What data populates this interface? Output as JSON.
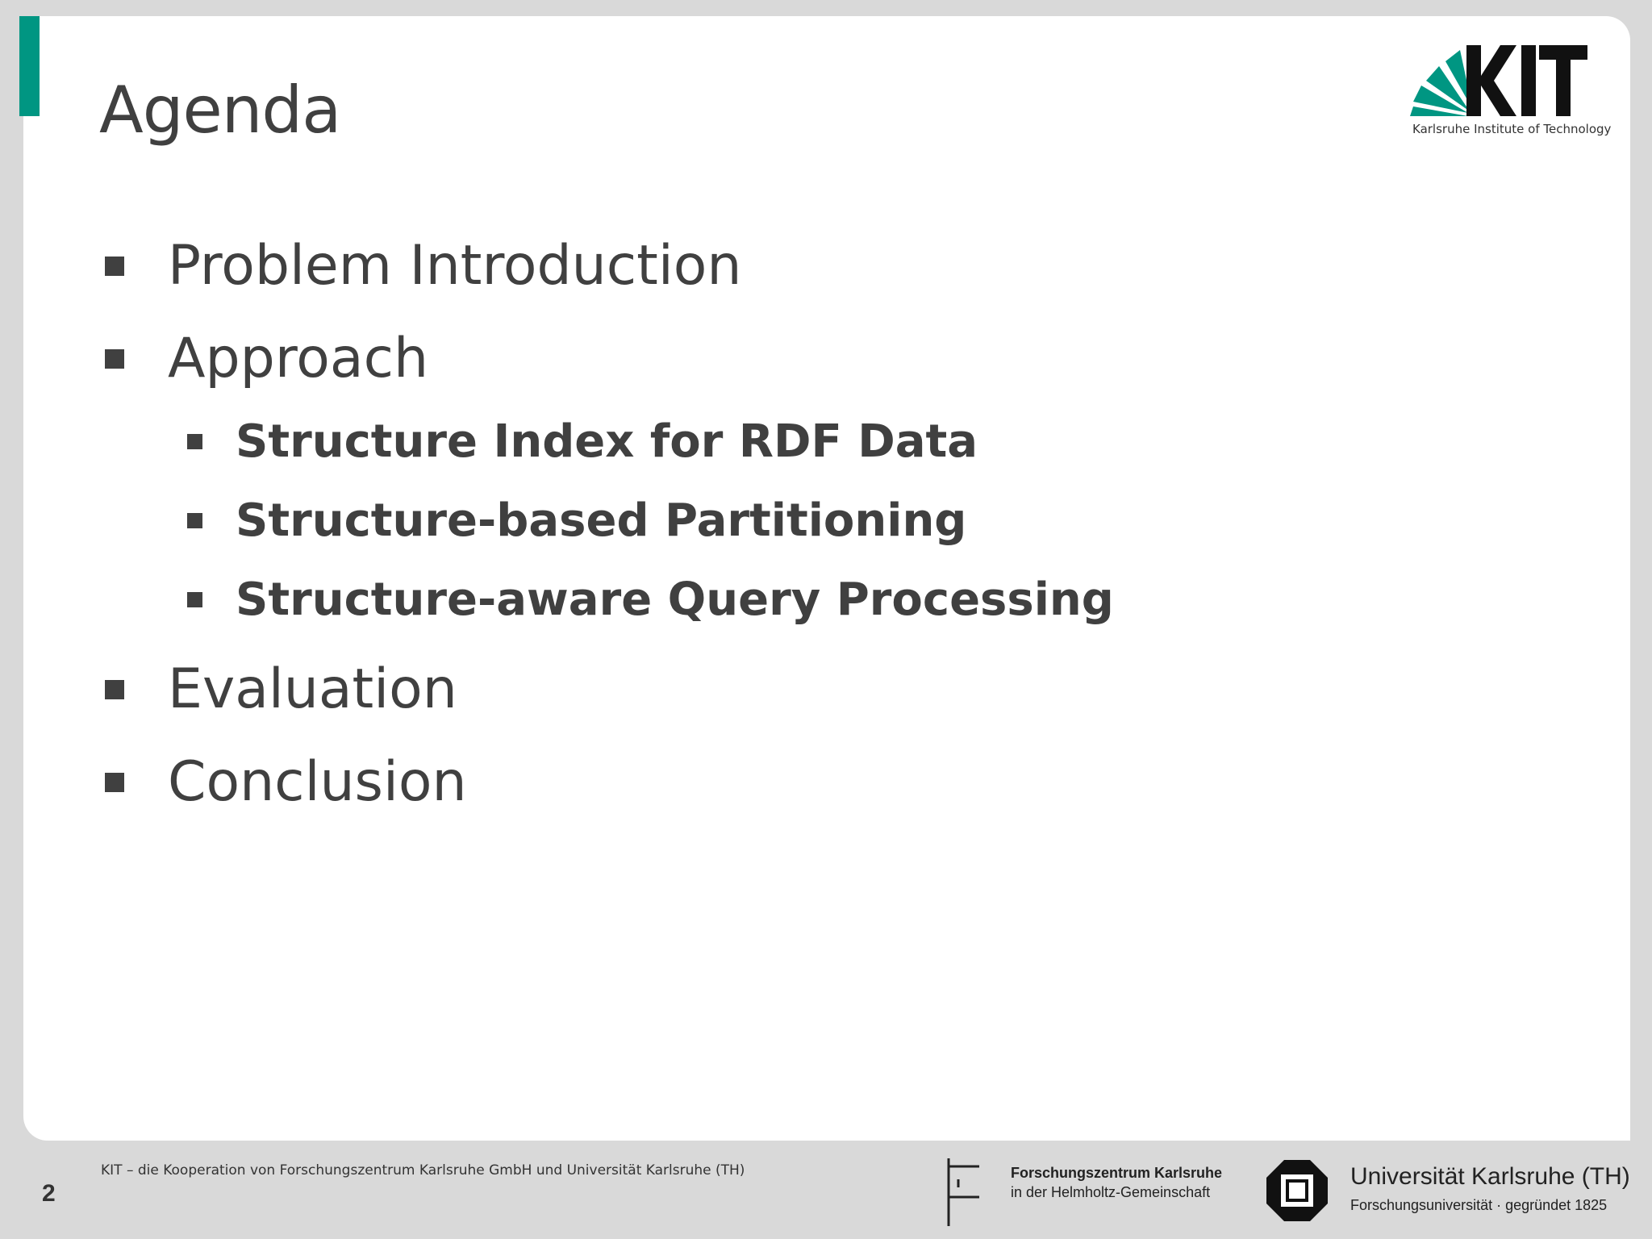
{
  "slide": {
    "title": "Agenda",
    "items": [
      {
        "level": 1,
        "text": "Problem Introduction"
      },
      {
        "level": 1,
        "text": "Approach"
      },
      {
        "level": 2,
        "text": "Structure Index for RDF Data"
      },
      {
        "level": 2,
        "text": "Structure-based Partitioning"
      },
      {
        "level": 2,
        "text": "Structure-aware Query Processing"
      },
      {
        "level": 1,
        "text": "Evaluation"
      },
      {
        "level": 1,
        "text": "Conclusion"
      }
    ]
  },
  "header": {
    "logo_text": "KIT",
    "logo_subtitle": "Karlsruhe Institute of Technology"
  },
  "footer": {
    "text": "KIT – die Kooperation von Forschungszentrum Karlsruhe GmbH und Universität Karlsruhe (TH)",
    "page_number": "2",
    "fzk_name": "Forschungszentrum Karlsruhe",
    "fzk_sub": "in der Helmholtz-Gemeinschaft",
    "uni_name": "Universität Karlsruhe (TH)",
    "uni_sub": "Forschungsuniversität · gegründet 1825"
  },
  "colors": {
    "accent": "#009682",
    "text": "#404040",
    "background": "#d9d9d9",
    "slide": "#ffffff"
  }
}
